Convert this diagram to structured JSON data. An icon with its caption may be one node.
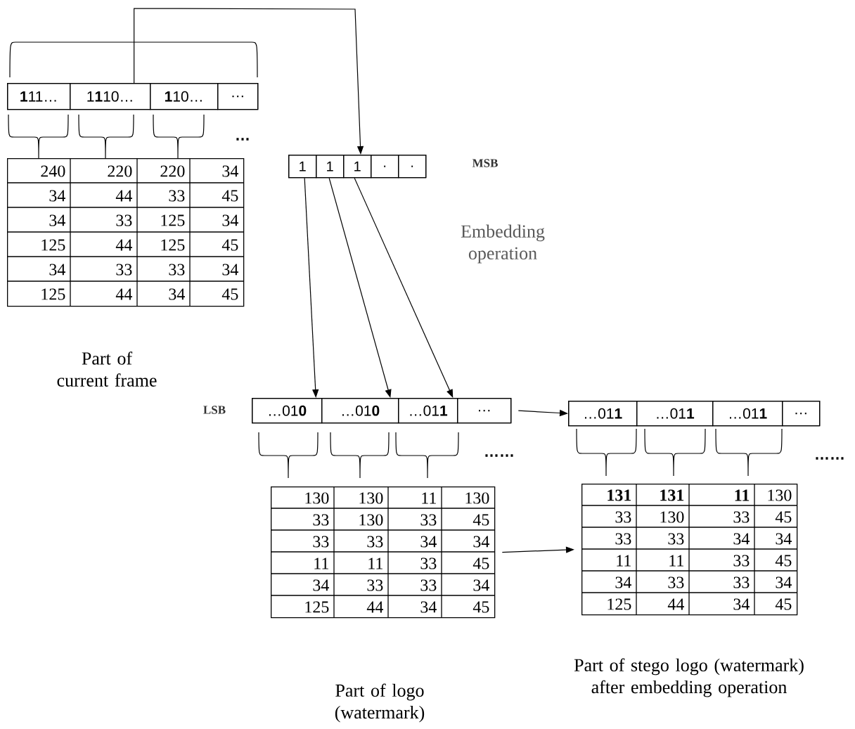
{
  "diagram": {
    "nodes": [
      {
        "text": [],
        "shape": "box"
      },
      {
        "text": [
          "**1**11…"
        ],
        "in": 0
      },
      {
        "text": [
          "1**1**10…"
        ],
        "in": 0
      },
      {
        "text": [
          "**1**10…"
        ],
        "in": 0
      },
      {
        "text": [
          "…"
        ],
        "in": 0
      },
      {
        "text": [
          "240",
          "220",
          "220",
          "34",
          "34",
          "44",
          "33",
          "45",
          "34",
          "33",
          "125",
          "34",
          "125",
          "44",
          "125",
          "45",
          "34",
          "33",
          "33",
          "34",
          "125",
          "44",
          "34",
          "45"
        ],
        "beside": [
          "Part of current frame"
        ]
      },
      {
        "text": [],
        "shape": "box",
        "beside": [
          "MSB"
        ]
      },
      {
        "text": [
          "1"
        ],
        "in": 6
      },
      {
        "text": [
          "1"
        ],
        "in": 6
      },
      {
        "text": [
          "1"
        ],
        "in": 6
      },
      {
        "text": [
          "."
        ],
        "in": 6
      },
      {
        "text": [
          "."
        ],
        "in": 6
      },
      {
        "text": [],
        "shape": "box",
        "beside": [
          "LSB"
        ]
      },
      {
        "text": [
          "…01**0**"
        ],
        "in": 12
      },
      {
        "text": [
          "…01**0**"
        ],
        "in": 12
      },
      {
        "text": [
          "…01**1**"
        ],
        "in": 12
      },
      {
        "text": [
          "…"
        ],
        "in": 12
      },
      {
        "text": [
          "130",
          "130",
          "11",
          "130",
          "33",
          "130",
          "33",
          "45",
          "33",
          "33",
          "34",
          "34",
          "11",
          "11",
          "33",
          "45",
          "34",
          "33",
          "33",
          "34",
          "125",
          "44",
          "34",
          "45"
        ],
        "beside": [
          "Part of logo (watermark)"
        ]
      },
      {
        "text": [],
        "shape": "box"
      },
      {
        "text": [
          "…01**1**"
        ],
        "in": 18
      },
      {
        "text": [
          "…01**1**"
        ],
        "in": 18
      },
      {
        "text": [
          "…01**1**"
        ],
        "in": 18
      },
      {
        "text": [
          "…"
        ],
        "in": 18
      },
      {
        "text": [
          "**131**",
          "**131**",
          "**11**",
          "130",
          "33",
          "130",
          "33",
          "45",
          "33",
          "33",
          "34",
          "34",
          "11",
          "11",
          "33",
          "45",
          "34",
          "33",
          "33",
          "34",
          "125",
          "44",
          "34",
          "45"
        ],
        "beside": [
          "Part of stego logo (watermark) after embedding operation"
        ]
      }
    ],
    "edges": [
      {
        "from": 0,
        "to": 6,
        "arrow": "to"
      },
      {
        "from": 7,
        "to": 13,
        "arrow": "to"
      },
      {
        "from": 8,
        "to": 14,
        "arrow": "to"
      },
      {
        "from": 9,
        "to": 15,
        "arrow": "to"
      },
      {
        "from": 12,
        "to": 18,
        "arrow": "to"
      },
      {
        "from": 17,
        "to": 23,
        "arrow": "to"
      }
    ],
    "labels": [
      "Embedding operation",
      "…",
      "……",
      "……"
    ]
  }
}
